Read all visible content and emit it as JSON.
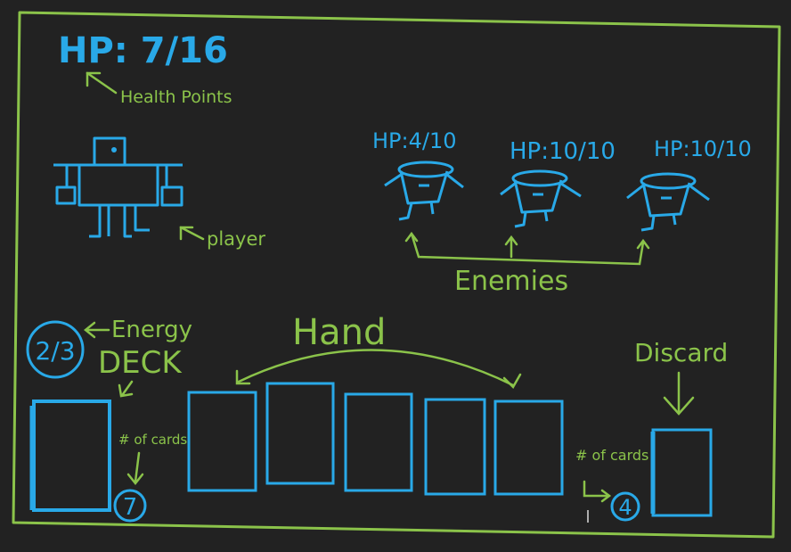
{
  "colors": {
    "background": "#222222",
    "frame": "#8bc34a",
    "player": "#29a9e8",
    "annotation": "#8bc34a"
  },
  "player": {
    "hp_text": "HP: 7/16",
    "health_note": "Health Points",
    "player_note": "player"
  },
  "enemies": {
    "label": "Enemies",
    "items": [
      {
        "hp_text": "HP:4/10"
      },
      {
        "hp_text": "HP:10/10"
      },
      {
        "hp_text": "HP:10/10"
      }
    ]
  },
  "energy": {
    "value": "2/3",
    "label": "Energy"
  },
  "deck": {
    "label": "DECK",
    "count": "7",
    "count_note": "# of cards"
  },
  "hand": {
    "label": "Hand",
    "card_count": 5
  },
  "discard": {
    "label": "Discard",
    "count": "4",
    "count_note": "# of cards"
  }
}
